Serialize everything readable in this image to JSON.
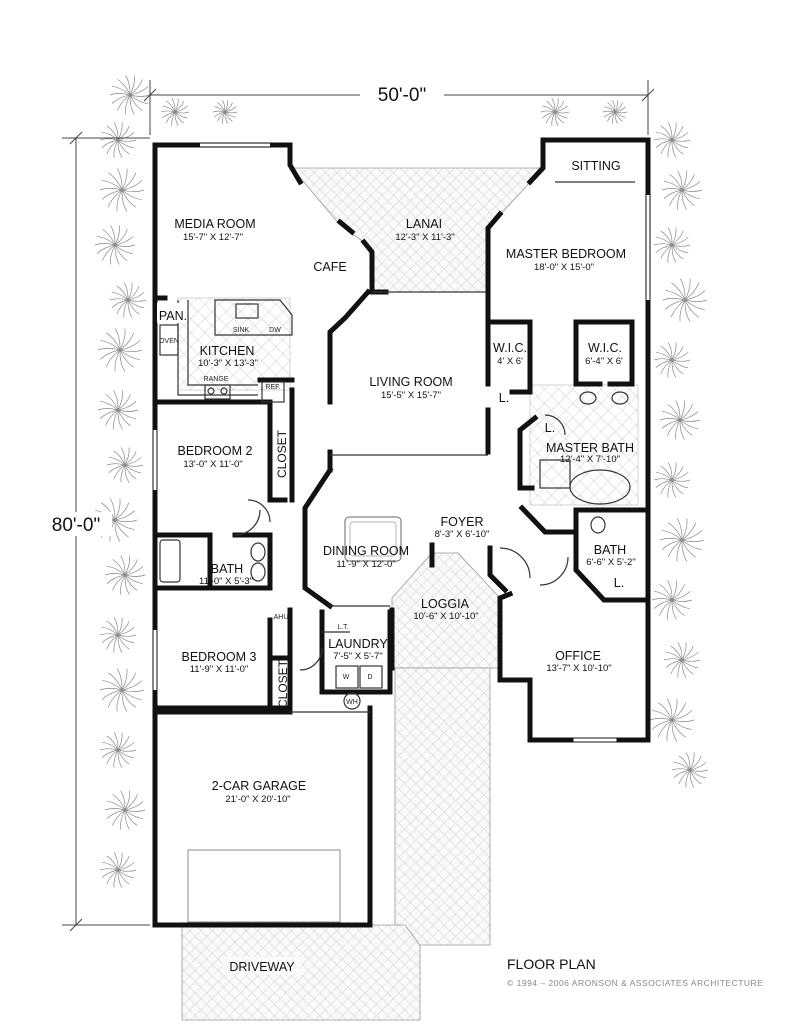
{
  "dimensions": {
    "width": "50'-0\"",
    "depth": "80'-0\""
  },
  "rooms": {
    "media_room": {
      "name": "MEDIA ROOM",
      "size": "15'-7\" X 12'-7\""
    },
    "cafe": {
      "name": "CAFE"
    },
    "lanai": {
      "name": "LANAI",
      "size": "12'-3\" X 11'-3\""
    },
    "sitting": {
      "name": "SITTING"
    },
    "master_bedroom": {
      "name": "MASTER BEDROOM",
      "size": "18'-0\" X 15'-0\""
    },
    "pantry": {
      "name": "PAN."
    },
    "kitchen": {
      "name": "KITCHEN",
      "size": "10'-3\" X 13'-3\""
    },
    "wic_1": {
      "name": "W.I.C.",
      "size": "4' X 6'"
    },
    "wic_2": {
      "name": "W.I.C.",
      "size": "6'-4\" X 6'"
    },
    "living_room": {
      "name": "LIVING ROOM",
      "size": "15'-5\" X 15'-7\""
    },
    "bedroom_2": {
      "name": "BEDROOM 2",
      "size": "13'-0\" X 11'-0\""
    },
    "closet_1": {
      "name": "CLOSET"
    },
    "master_bath": {
      "name": "MASTER BATH",
      "size": "12'-4\" X 7'-10\""
    },
    "foyer": {
      "name": "FOYER",
      "size": "8'-3\" X 6'-10\""
    },
    "dining_room": {
      "name": "DINING ROOM",
      "size": "11'-9\" X 12'-0\""
    },
    "bath_1": {
      "name": "BATH",
      "size": "11'-0\" X 5'-3\""
    },
    "bath_2": {
      "name": "BATH",
      "size": "6'-6\" X 5'-2\""
    },
    "loggia": {
      "name": "LOGGIA",
      "size": "10'-6\" X 10'-10\""
    },
    "bedroom_3": {
      "name": "BEDROOM 3",
      "size": "11'-9\" X 11'-0\""
    },
    "laundry": {
      "name": "LAUNDRY",
      "size": "7'-5\" X 5'-7\""
    },
    "closet_2": {
      "name": "CLOSET"
    },
    "office": {
      "name": "OFFICE",
      "size": "13'-7\" X 10'-10\""
    },
    "garage": {
      "name": "2-CAR GARAGE",
      "size": "21'-0\" X 20'-10\""
    },
    "driveway": {
      "name": "DRIVEWAY"
    }
  },
  "fixtures": {
    "oven": "OVEN",
    "sink": "SINK",
    "dw": "DW",
    "range": "RANGE",
    "ref": "REF.",
    "linen_1": "L.",
    "linen_2": "L.",
    "linen_3": "L.",
    "lt": "L.T.",
    "ahu": "AHU",
    "washer": "W",
    "dryer": "D",
    "water_heater": "WH"
  },
  "title": "FLOOR PLAN",
  "copyright": "© 1994 – 2006 ARONSON & ASSOCIATES ARCHITECTURE"
}
